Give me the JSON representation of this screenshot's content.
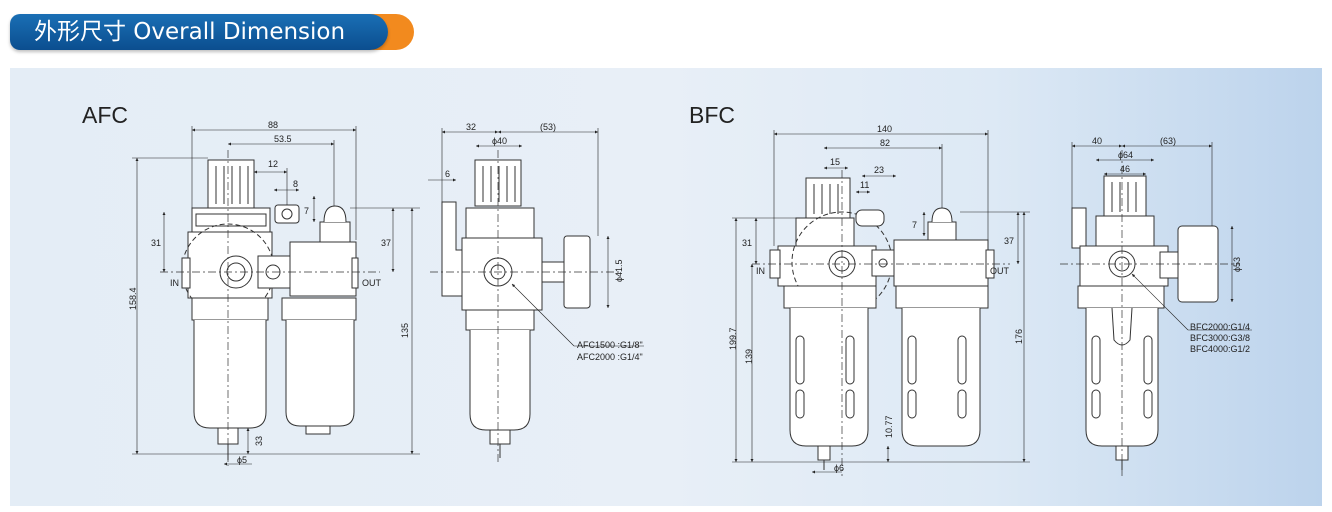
{
  "header": {
    "title": "外形尺寸 Overall Dimension",
    "accent_color": "#f28a1e",
    "bar_color": "#0b5aa0"
  },
  "models": [
    {
      "label": "AFC",
      "front": {
        "dims": [
          "88",
          "53.5",
          "12",
          "8",
          "7",
          "31",
          "37",
          "158.4",
          "135",
          "33",
          "ϕ5"
        ],
        "in": "IN",
        "out": "OUT"
      },
      "side": {
        "dims": [
          "32",
          "(53)",
          "ϕ40",
          "6",
          "ϕ41.5"
        ],
        "ports": [
          "AFC1500 :G1/8\"",
          "AFC2000 :G1/4\""
        ]
      }
    },
    {
      "label": "BFC",
      "front": {
        "dims": [
          "140",
          "82",
          "15",
          "23",
          "11",
          "7",
          "31",
          "37",
          "199.7",
          "139",
          "176",
          "10.77",
          "ϕ6"
        ],
        "in": "IN",
        "out": "OUT"
      },
      "side": {
        "dims": [
          "40",
          "(63)",
          "ϕ64",
          "46",
          "ϕ53"
        ],
        "ports": [
          "BFC2000:G1/4",
          "BFC3000:G3/8",
          "BFC4000:G1/2"
        ]
      }
    }
  ]
}
